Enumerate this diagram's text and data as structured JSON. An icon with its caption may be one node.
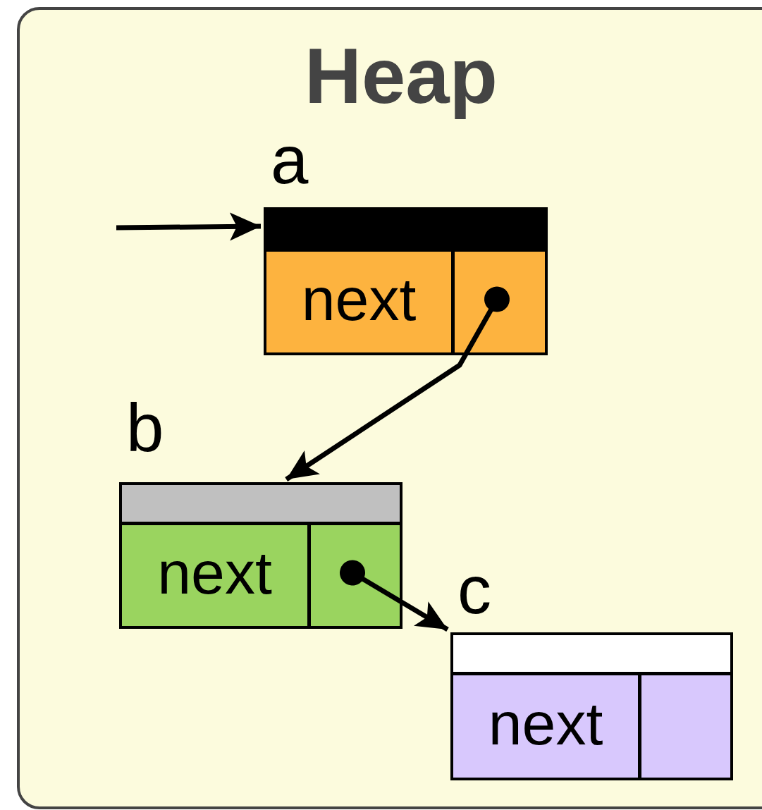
{
  "diagram": {
    "nodes": [
      {
        "text": [
          "Heap"
        ]
      },
      {
        "text": [
          "a"
        ],
        "in": 0
      },
      {
        "text": [],
        "shape": "bar",
        "in": 1
      },
      {
        "text": [
          "next"
        ],
        "in": 1
      },
      {
        "text": [],
        "shape": "box",
        "in": 1
      },
      {
        "text": [
          "b"
        ],
        "in": 0
      },
      {
        "text": [],
        "shape": "bar",
        "in": 5
      },
      {
        "text": [
          "next"
        ],
        "in": 5
      },
      {
        "text": [],
        "shape": "box",
        "in": 5
      },
      {
        "text": [
          "c"
        ],
        "in": 0
      },
      {
        "text": [],
        "shape": "bar",
        "in": 9
      },
      {
        "text": [
          "next"
        ],
        "in": 9
      },
      {
        "text": [],
        "shape": "box",
        "in": 9
      }
    ],
    "edges": [
      {
        "from": null,
        "to": 2,
        "arrow": "to"
      },
      {
        "from": 4,
        "to": 6,
        "arrow": "to"
      },
      {
        "from": 8,
        "to": 10,
        "arrow": "to"
      }
    ]
  }
}
